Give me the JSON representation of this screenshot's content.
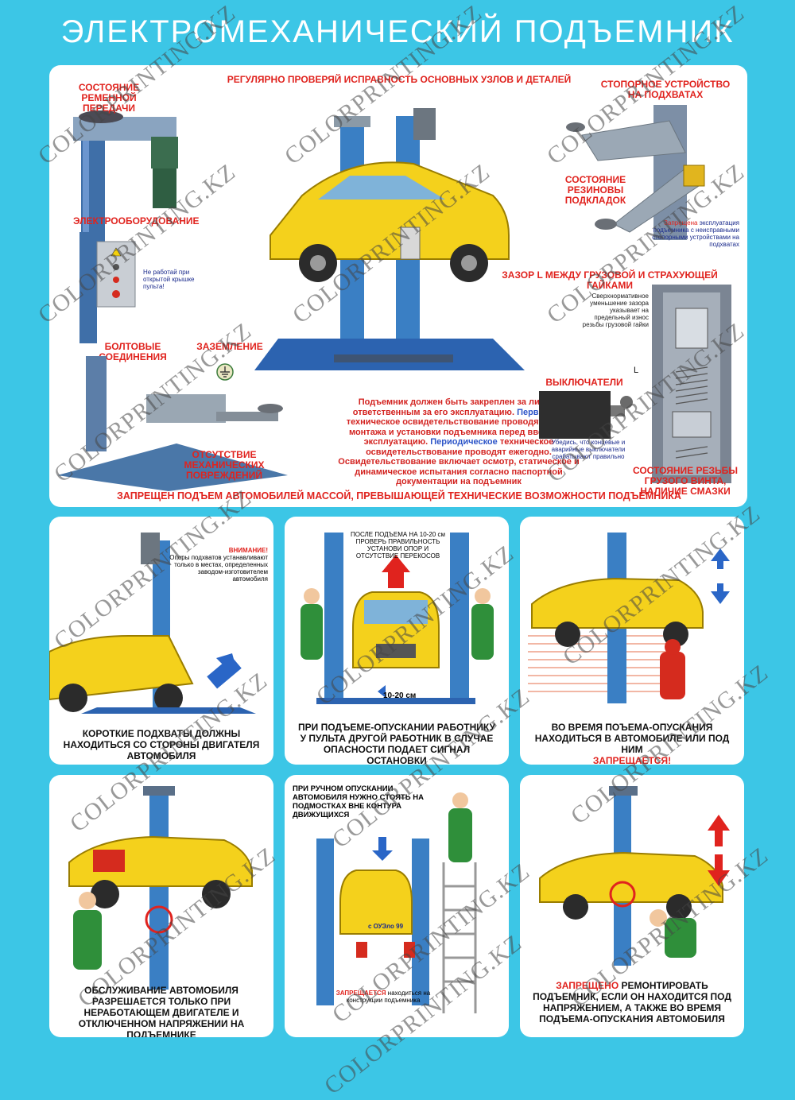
{
  "title": "ЭЛЕКТРОМЕХАНИЧЕСКИЙ ПОДЪЕМНИК",
  "top": {
    "header": "РЕГУЛЯРНО ПРОВЕРЯЙ ИСПРАВНОСТЬ ОСНОВНЫХ УЗЛОВ И ДЕТАЛЕЙ",
    "belt": "СОСТОЯНИЕ РЕМЕННОЙ ПЕРЕДАЧИ",
    "electrical": "ЭЛЕКТРООБОРУДОВАНИЕ",
    "no_open": "Не работай при открытой крышке пульта!",
    "bolts": "БОЛТОВЫЕ СОЕДИНЕНИЯ",
    "grounding": "ЗАЗЕМЛЕНИЕ",
    "no_damage": "ОТСУТСТВИЕ МЕХАНИЧЕСКИХ ПОВРЕЖДЕНИЙ",
    "stopper": "СТОПОРНОЕ УСТРОЙСТВО НА ПОДХВАТАХ",
    "rubber": "СОСТОЯНИЕ РЕЗИНОВЫ ПОДКЛАДОК",
    "forbidden_prefix": "Запрещена",
    "forbidden_stopper": "эксплуатация подъемника с неисправными стопорными устройствами на подхватах",
    "gap": "ЗАЗОР L МЕЖДУ ГРУЗОВОЙ И СТРАХУЮЩЕЙ ГАЙКАМИ",
    "gap_note": "Сверхнормативное уменьшение зазора указывает на предельный износ резьбы грузовой гайки",
    "gap_L": "L",
    "switches": "ВЫКЛЮЧАТЕЛИ",
    "switches_note": "Убедись, что концевые и аварийные выключатели срабатывают правильно",
    "screw": "СОСТОЯНИЕ РЕЗЬБЫ ГРУЗОГО ВИНТА, НАЛИЧИЕ СМАЗКИ",
    "main_p1": "Подъемник должен быть закреплен за лицом, ответственным за его эксплуатацию.",
    "main_primary": "Первичное",
    "main_p2": "техническое освидетельствование проводят после монтажа и установки подъемника перед вводом в эксплуатацию.",
    "main_periodic": "Периодическое",
    "main_p3": "техническое освидетельствование проводят ежегодно. Освидетельствование включает осмотр, статическое и динамическое испытания согласно паспортной документации на подъемник",
    "bottom_ban": "ЗАПРЕЩЕН ПОДЪЕМ АВТОМОБИЛЕЙ МАССОЙ, ПРЕВЫШАЮЩЕЙ ТЕХНИЧЕСКИЕ ВОЗМОЖНОСТИ ПОДЪЕМНИКА"
  },
  "cards": [
    {
      "caption": "КОРОТКИЕ ПОДХВАТЫ ДОЛЖНЫ НАХОДИТЬСЯ СО СТОРОНЫ ДВИГАТЕЛЯ АВТОМОБИЛЯ",
      "note_title": "ВНИМАНИЕ!",
      "note": "Опоры подхватов устанавливают только в местах, определенных заводом-изготовителем автомобиля"
    },
    {
      "caption": "ПРИ ПОДЪЕМЕ-ОПУСКАНИИ РАБОТНИКУ У ПУЛЬТА ДРУГОЙ РАБОТНИК В СЛУЧАЕ ОПАСНОСТИ ПОДАЕТ СИГНАЛ ОСТАНОВКИ",
      "note": "ПОСЛЕ ПОДЪЕМА НА 10-20 см ПРОВЕРЬ ПРАВИЛЬНОСТЬ УСТАНОВИ ОПОР И ОТСУТСТВИЕ ПЕРЕКОСОВ",
      "dim": "10-20 см"
    },
    {
      "caption": "ВО ВРЕМЯ ПОЪЕМА-ОПУСКАНИЯ НАХОДИТЬСЯ В АВТОМОБИЛЕ ИЛИ ПОД НИМ",
      "caption_warn": "ЗАПРЕЩАЕТСЯ!"
    },
    {
      "caption": "ОБСЛУЖИВАНИЕ АВТОМОБИЛЯ РАЗРЕШАЕТСЯ ТОЛЬКО ПРИ НЕРАБОТАЮЩЕМ ДВИГАТЕЛЕ И ОТКЛЮЧЕННОМ НАПРЯЖЕНИИ НА ПОДЪЕМНИКЕ"
    },
    {
      "caption": "ПРИ РУЧНОМ ОПУСКАНИИ АВТОМОБИЛЯ НУЖНО СТОЯТЬ НА ПОДМОСТКАХ ВНЕ КОНТУРА ДВИЖУЩИХСЯ",
      "plate": "с ОУЭло 99",
      "warn_prefix": "ЗАПРЕЩАЕТСЯ",
      "warn_rest": "находиться на конструкции подъемника"
    },
    {
      "caption_warn": "ЗАПРЕЩЕНО",
      "caption": "РЕМОНТИРОВАТЬ ПОДЪЕМНИК, ЕСЛИ ОН НАХОДИТСЯ ПОД НАПРЯЖЕНИЕМ, А ТАКЖЕ ВО ВРЕМЯ ПОДЪЕМА-ОПУСКАНИЯ АВТОМОБИЛЯ"
    }
  ],
  "watermark": "COLORPRINTING.KZ",
  "colors": {
    "background": "#3cc6e6",
    "accent_red": "#e0231e",
    "car_yellow": "#f4d11c",
    "lift_blue": "#3a7fc4",
    "worker_green": "#2f8f3a"
  }
}
